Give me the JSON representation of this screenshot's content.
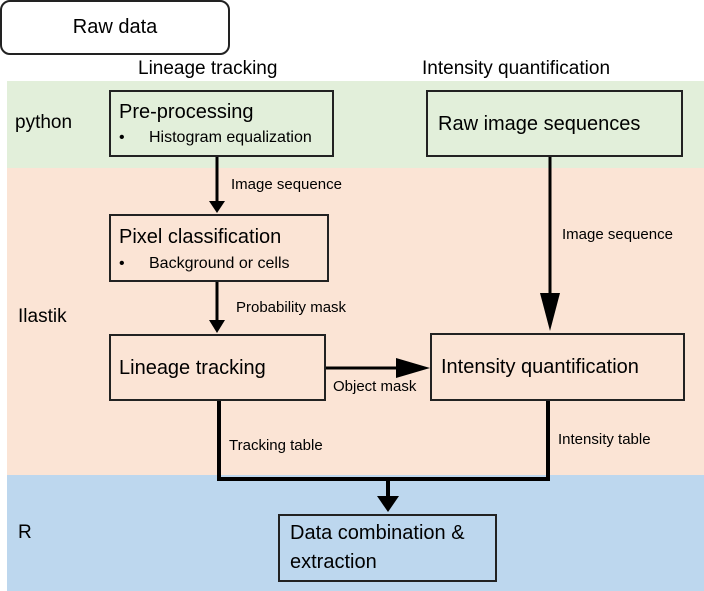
{
  "top_box": "Raw data",
  "columns": {
    "left": "Lineage tracking",
    "right": "Intensity quantification"
  },
  "bands": {
    "python": "python",
    "ilastik": "Ilastik",
    "r": "R"
  },
  "boxes": {
    "preprocessing": {
      "title": "Pre-processing",
      "bullet": "Histogram equalization"
    },
    "raw_sequences": {
      "title": "Raw image sequences"
    },
    "pixel_classification": {
      "title": "Pixel classification",
      "bullet": "Background or cells"
    },
    "lineage_tracking": {
      "title": "Lineage tracking"
    },
    "intensity_quantification": {
      "title": "Intensity quantification"
    },
    "data_combination": {
      "line1": "Data combination &",
      "line2": "extraction"
    }
  },
  "edges": {
    "image_sequence_left": "Image sequence",
    "image_sequence_right": "Image sequence",
    "probability_mask": "Probability mask",
    "object_mask": "Object mask",
    "tracking_table": "Tracking table",
    "intensity_table": "Intensity table"
  },
  "bullet_char": "•",
  "colors": {
    "python_band": "#e2efda",
    "ilastik_band": "#fbe4d5",
    "r_band": "#bdd7ee",
    "stroke": "#000000"
  }
}
